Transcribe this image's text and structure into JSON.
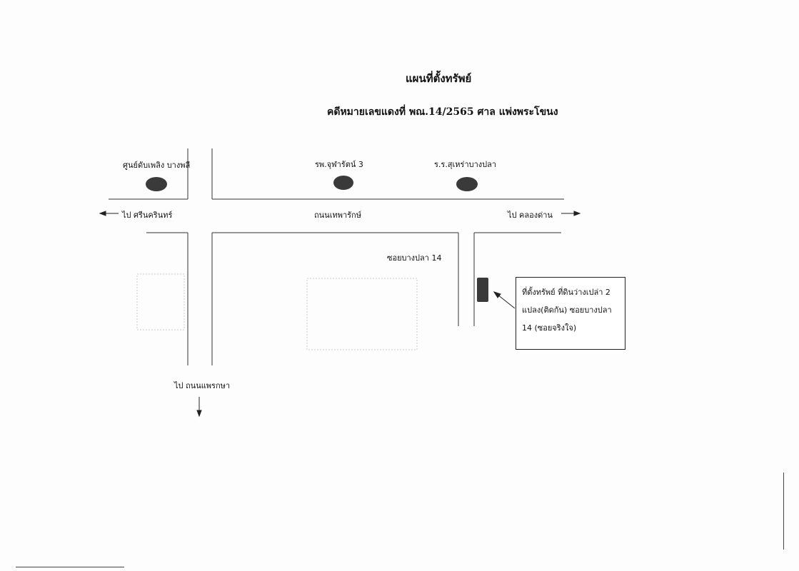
{
  "header": {
    "title": "แผนที่ตั้งทรัพย์",
    "case": "คดีหมายเลขแดงที่ พณ.14/2565 ศาล แพ่งพระโขนง"
  },
  "landmarks": {
    "fire_station": "ศูนย์ดับเพลิง บางพลี",
    "hospital": "รพ.จุฬารัตน์ 3",
    "school": "ร.ร.สุเหร่าบางปลา"
  },
  "roads": {
    "main_road": "ถนนเทพารักษ์",
    "to_srinakarin": "ไป ศรีนครินทร์",
    "to_khlong_dan": "ไป คลองด่าน",
    "to_phraeksa": "ไป ถนนแพรกษา",
    "soi": "ซอยบางปลา 14"
  },
  "callout": {
    "text": "ที่ตั้งทรัพย์ ที่ดินว่างเปล่า 2 แปลง(ติดกัน) ซอยบางปลา 14 (ซอยจริงใจ)"
  },
  "colors": {
    "landmark_fill": "#3a3a3a",
    "line": "#333333"
  }
}
